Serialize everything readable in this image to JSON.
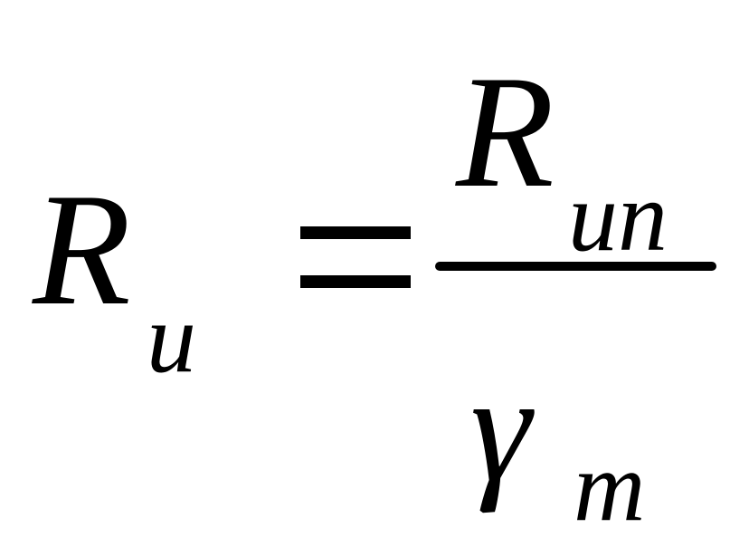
{
  "formula": {
    "lhs": {
      "symbol": "R",
      "subscript": "u"
    },
    "operator": "=",
    "rhs": {
      "numerator": {
        "symbol": "R",
        "subscript": "un"
      },
      "denominator": {
        "symbol": "γ",
        "subscript": "m"
      }
    }
  }
}
